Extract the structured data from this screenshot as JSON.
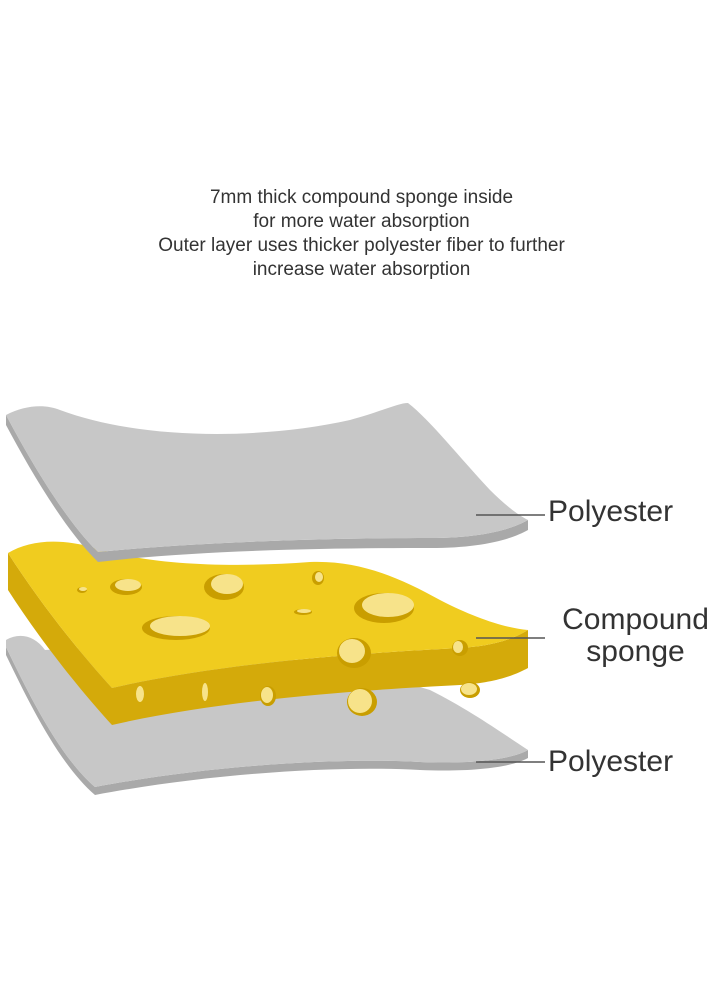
{
  "caption": {
    "lines": [
      "7mm thick compound sponge inside",
      "for more water absorption",
      "Outer layer uses thicker polyester fiber to further",
      "increase water absorption"
    ]
  },
  "labels": {
    "top_layer": "Polyester",
    "middle_layer_line1": "Compound",
    "middle_layer_line2": "sponge",
    "bottom_layer": "Polyester"
  },
  "colors": {
    "polyester_face": "#c7c7c7",
    "polyester_edge": "#a9a9a9",
    "sponge_face": "#f0cc1f",
    "sponge_edge": "#d4aa0a",
    "sponge_hole": "#f7e38a",
    "sponge_hole_shadow": "#c99e00",
    "leader_line": "#555555"
  }
}
